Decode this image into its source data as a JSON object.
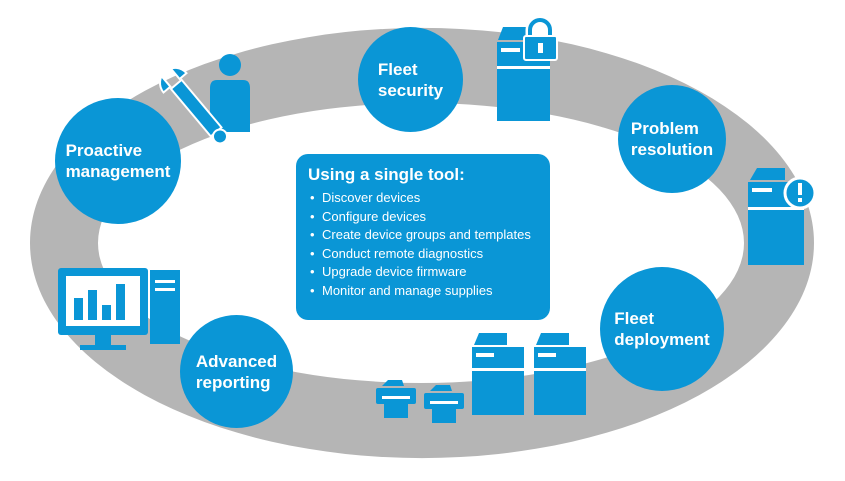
{
  "diagram": {
    "nodes": [
      {
        "id": "fleet-security",
        "label": "Fleet\nsecurity"
      },
      {
        "id": "problem-resolution",
        "label": "Problem\nresolution"
      },
      {
        "id": "fleet-deployment",
        "label": "Fleet\ndeployment"
      },
      {
        "id": "advanced-reporting",
        "label": "Advanced\nreporting"
      },
      {
        "id": "proactive-management",
        "label": "Proactive\nmanagement"
      }
    ],
    "center": {
      "title": "Using a single tool:",
      "items": [
        "Discover devices",
        "Configure devices",
        "Create device groups and templates",
        "Conduct remote diagnostics",
        "Upgrade device firmware",
        "Monitor and manage supplies"
      ]
    },
    "icons": [
      "printer-lock-icon",
      "printer-alert-icon",
      "printers-deployment-icon",
      "monitor-chart-icon",
      "technician-wrench-icon"
    ],
    "colors": {
      "primary": "#0a96d6",
      "ring": "#b5b5b5",
      "background": "#ffffff"
    }
  }
}
